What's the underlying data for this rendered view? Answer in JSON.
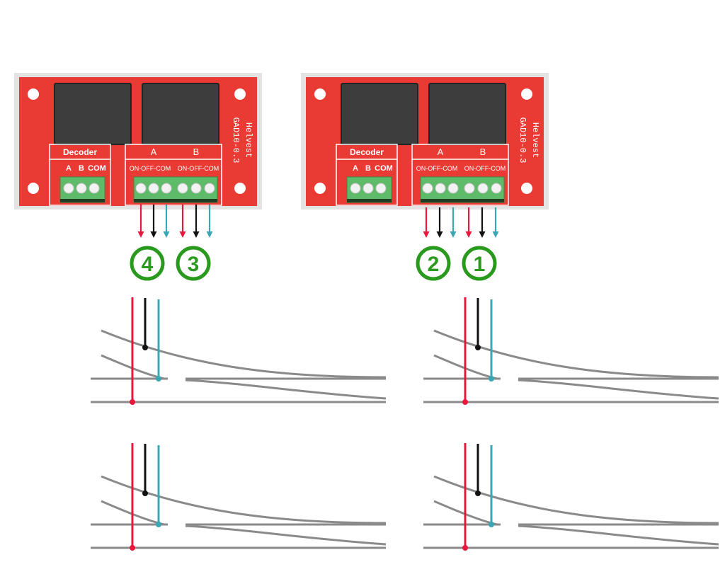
{
  "boards": [
    {
      "brand": "Helvest",
      "model": "GAD10-0.3",
      "decoder": {
        "title": "Decoder",
        "a": "A",
        "b": "B",
        "com": "COM"
      },
      "outputs": {
        "a": "A",
        "b": "B",
        "a_pins": "ON-OFF-COM",
        "b_pins": "ON-OFF-COM"
      }
    },
    {
      "brand": "Helvest",
      "model": "GAD10-0.3",
      "decoder": {
        "title": "Decoder",
        "a": "A",
        "b": "B",
        "com": "COM"
      },
      "outputs": {
        "a": "A",
        "b": "B",
        "a_pins": "ON-OFF-COM",
        "b_pins": "ON-OFF-COM"
      }
    }
  ],
  "channel_labels": [
    "4",
    "3",
    "2",
    "1"
  ],
  "colors": {
    "board": "#ea3a34",
    "on": "#e8173c",
    "off": "#111111",
    "com": "#3aa8b4",
    "rail": "#8a8a8a",
    "badge": "#2a9a1e",
    "terminal": "#5dbb69"
  }
}
